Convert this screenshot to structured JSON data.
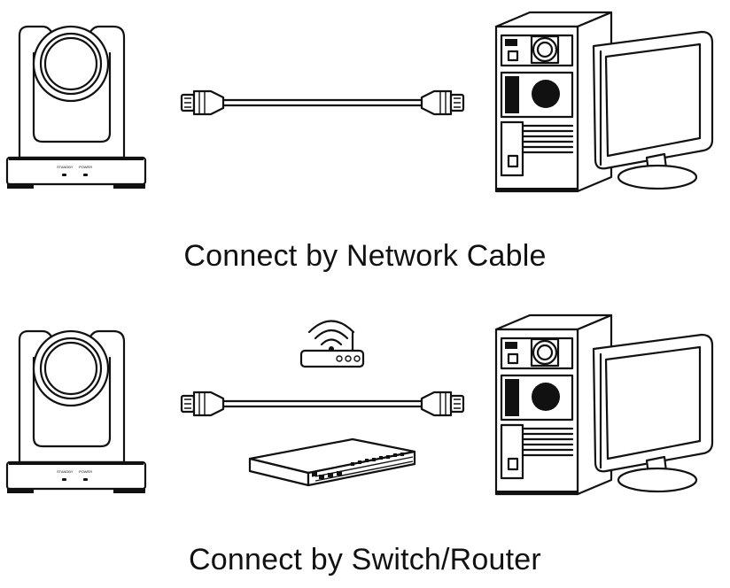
{
  "captions": {
    "top": "Connect by Network Cable",
    "bottom": "Connect by Switch/Router"
  },
  "camera": {
    "label_standby": "STANDBY",
    "label_power": "POWER"
  },
  "icons": [
    "ptz-camera-icon",
    "network-cable-icon",
    "desktop-computer-icon",
    "wifi-router-icon",
    "network-switch-icon"
  ]
}
